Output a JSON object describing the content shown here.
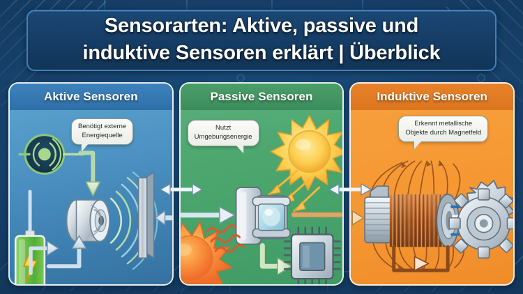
{
  "title": {
    "line1": "Sensorarten: Aktive, passive und",
    "line2": "induktive Sensoren erklärt | Überblick"
  },
  "theme": {
    "background": "#153a5e",
    "banner_bg": "#1b4774",
    "banner_border": "#3d82bd",
    "panel1_bg": "#4e94c4",
    "panel1_header": "#3d82bd",
    "panel2_bg": "#4da76f",
    "panel2_header": "#4a9e68",
    "panel3_bg": "#f69a36",
    "panel3_header": "#e6822a",
    "title_text": "#ffffff",
    "bubble_bg": "#f4f5f1",
    "bubble_text": "#1e2a22"
  },
  "panels": [
    {
      "id": "aktive-sensoren",
      "header": "Aktive Sensoren",
      "bubble": "Benötigt externe\nEnergiequelle",
      "bubble_line1": "Benötigt externe",
      "bubble_line2": "Energiequelle",
      "icons": [
        "signal-emitter-icon",
        "ultrasonic-sensor-icon",
        "wave-emission-icon",
        "target-plate-icon",
        "battery-icon",
        "lightning-bolt-icon",
        "arrow-down-icon",
        "arrow-up-icon",
        "arrow-right-icon"
      ]
    },
    {
      "id": "passive-sensoren",
      "header": "Passive Sensoren",
      "bubble": "Nutzt\nUmgebungsenergie",
      "bubble_line1": "Nutzt",
      "bubble_line2": "Umgebungsenergie",
      "icons": [
        "sun-icon",
        "sunray-arrow-icon",
        "pir-motion-sensor-icon",
        "heat-wave-icon",
        "heat-source-sun-icon",
        "microchip-icon",
        "arrow-right-icon",
        "arrow-elbow-icon"
      ]
    },
    {
      "id": "induktive-sensoren",
      "header": "Induktive Sensoren",
      "bubble": "Erkennt metallische\nObjekte durch Magnetfeld",
      "bubble_line1": "Erkennt metallische",
      "bubble_line2": "Objekte durch Magnetfeld",
      "icons": [
        "inductive-coil-sensor-icon",
        "magnetic-field-lines-icon",
        "metal-gear-icon",
        "current-loop-icon",
        "arrow-right-icon"
      ]
    }
  ],
  "connectors": [
    {
      "name": "connector-active-to-passive",
      "direction": "bidirectional"
    },
    {
      "name": "connector-passive-to-inductive",
      "direction": "bidirectional"
    }
  ]
}
